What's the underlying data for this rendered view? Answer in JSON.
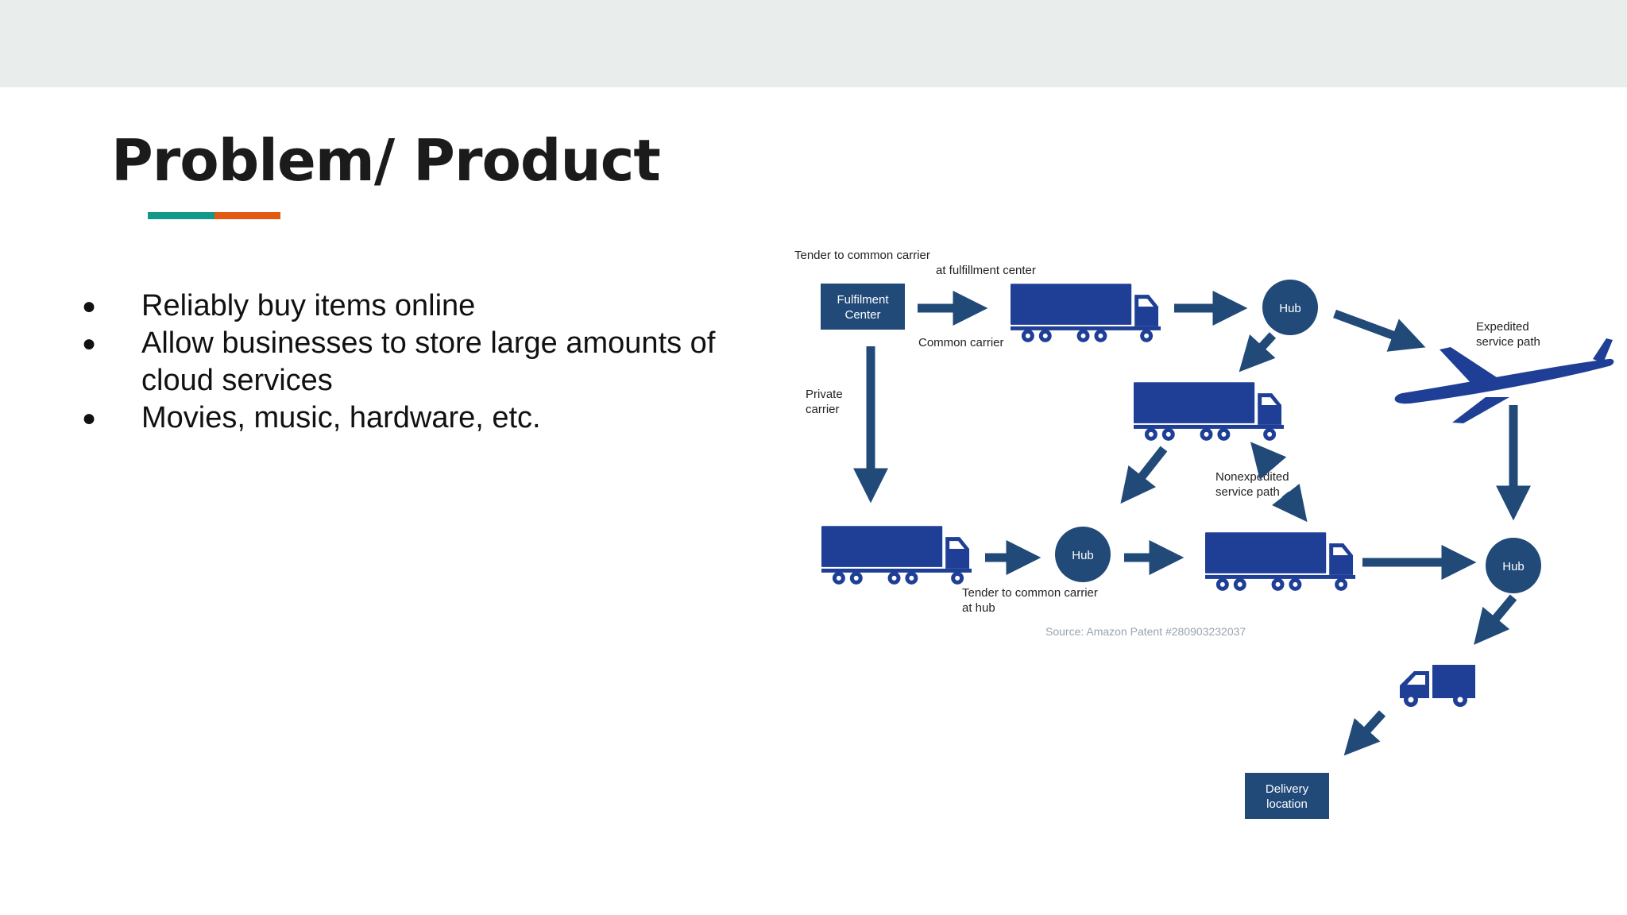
{
  "slide": {
    "title": "Problem/ Product",
    "accent_colors": {
      "teal": "#12998a",
      "orange": "#e35b12"
    },
    "bullets": [
      "Reliably buy items online",
      "Allow businesses to store large amounts of cloud services",
      "Movies, music, hardware, etc."
    ]
  },
  "diagram": {
    "color": "#1f3f96",
    "arrow_color": "#214a79",
    "fulfilment_center": [
      "Fulfilment",
      "Center"
    ],
    "tender_fc": [
      "Tender to common carrier",
      "at fulfillment center"
    ],
    "common_carrier": "Common carrier",
    "private_carrier": [
      "Private",
      "carrier"
    ],
    "hub_label": "Hub",
    "expedited": [
      "Expedited",
      "service path"
    ],
    "nonexpedited": [
      "Nonexpedited",
      "service path"
    ],
    "tender_hub": [
      "Tender to common carrier",
      "at hub"
    ],
    "source": "Source: Amazon Patent #280903232037",
    "delivery": [
      "Delivery",
      "location"
    ]
  }
}
